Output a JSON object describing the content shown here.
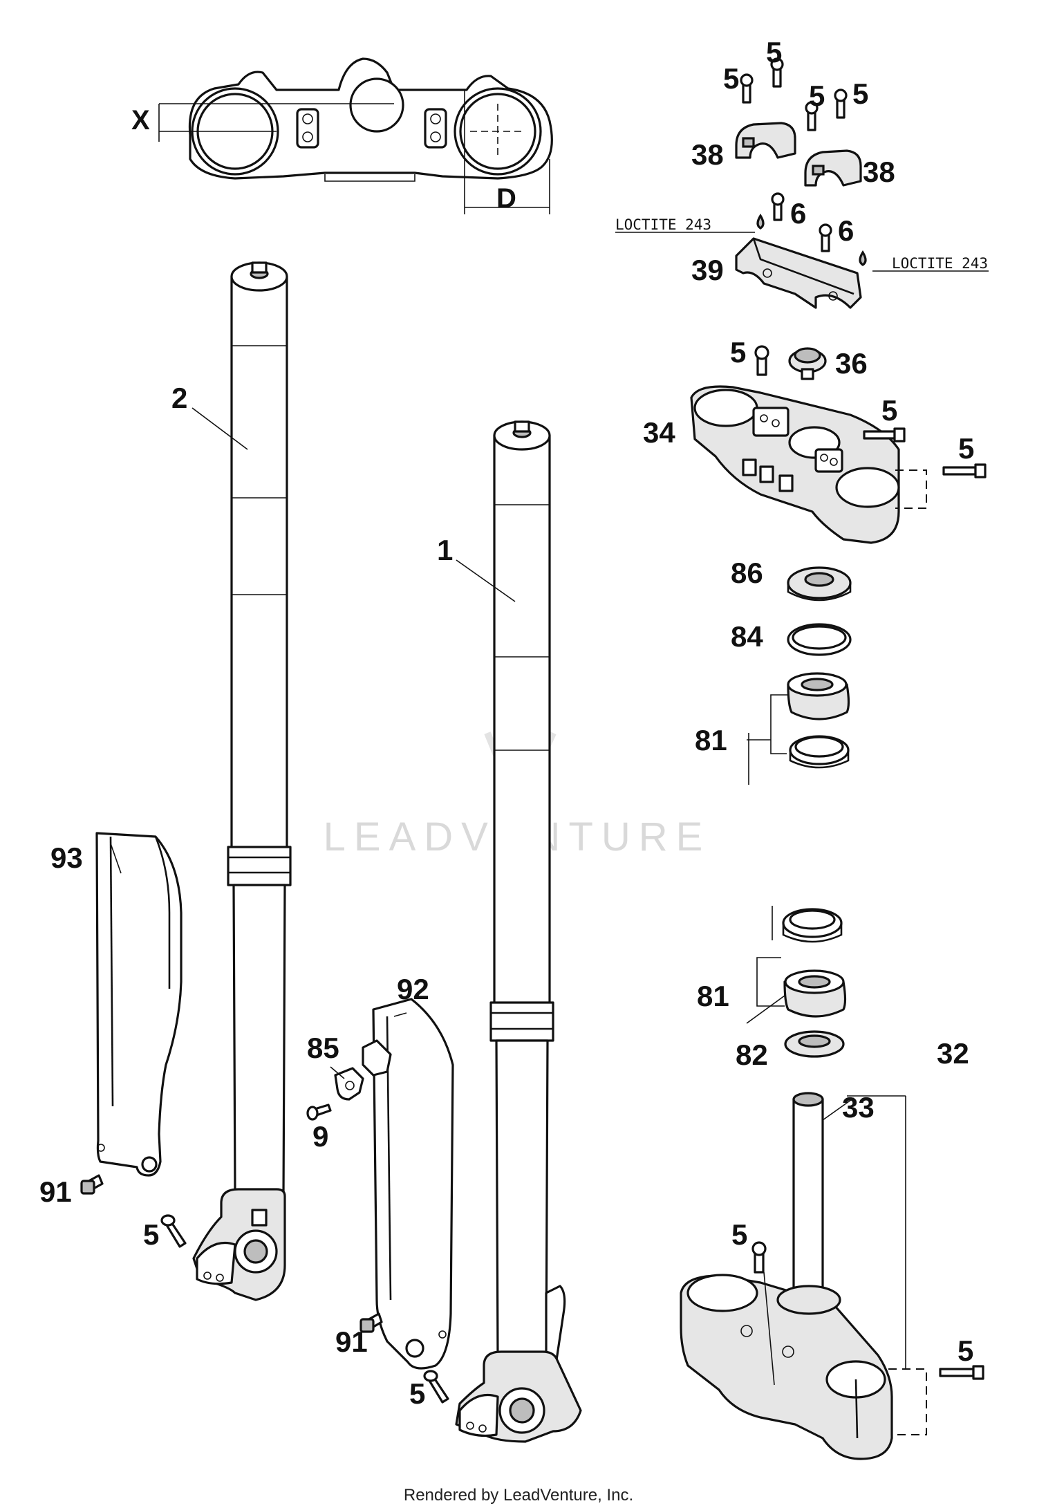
{
  "callouts": {
    "c1": "1",
    "c2": "2",
    "c5a": "5",
    "c5b": "5",
    "c5c": "5",
    "c5d": "5",
    "c5e": "5",
    "c5f": "5",
    "c5g": "5",
    "c5h": "5",
    "c5i": "5",
    "c5j": "5",
    "c5k": "5",
    "c6a": "6",
    "c6b": "6",
    "c9": "9",
    "c32": "32",
    "c33": "33",
    "c34": "34",
    "c36": "36",
    "c38a": "38",
    "c38b": "38",
    "c39": "39",
    "c81a": "81",
    "c81b": "81",
    "c82": "82",
    "c84": "84",
    "c85": "85",
    "c86": "86",
    "c91a": "91",
    "c91b": "91",
    "c92": "92",
    "c93": "93"
  },
  "dimensions": {
    "x_label": "X",
    "d_label": "D"
  },
  "notes": {
    "loctite_left": "LOCTITE 243",
    "loctite_right": "LOCTITE 243"
  },
  "watermark": {
    "text": "LEADVENTURE"
  },
  "footer": {
    "text": "Rendered by LeadVenture, Inc."
  }
}
